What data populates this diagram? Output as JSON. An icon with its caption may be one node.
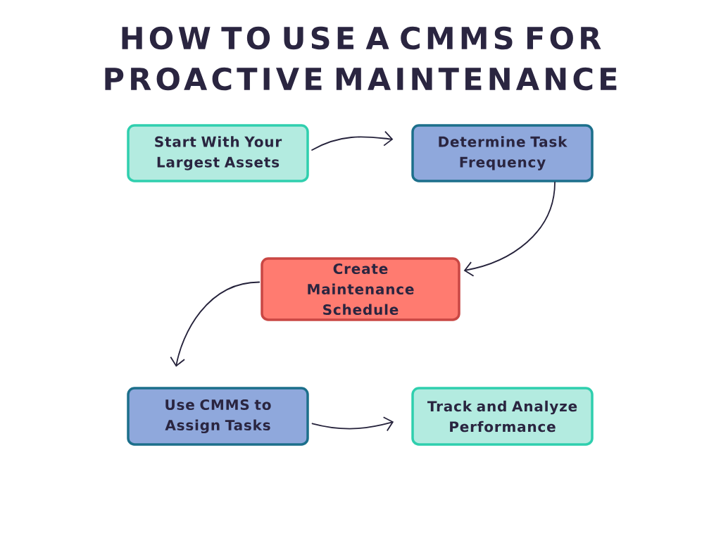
{
  "diagram": {
    "title": "HOW TO USE A CMMS FOR PROACTIVE MAINTENANCE",
    "nodes": [
      {
        "text": [
          "Start With Your Largest Assets"
        ]
      },
      {
        "text": [
          "Determine Task Frequency"
        ]
      },
      {
        "text": [
          "Create Maintenance Schedule"
        ]
      },
      {
        "text": [
          "Use CMMS to Assign Tasks"
        ]
      },
      {
        "text": [
          "Track and Analyze Performance"
        ]
      }
    ],
    "edges": [
      {
        "from": 0,
        "to": 1,
        "arrow": "to"
      },
      {
        "from": 1,
        "to": 2,
        "arrow": "to"
      },
      {
        "from": 2,
        "to": 3,
        "arrow": "to"
      },
      {
        "from": 3,
        "to": 4,
        "arrow": "to"
      }
    ]
  }
}
